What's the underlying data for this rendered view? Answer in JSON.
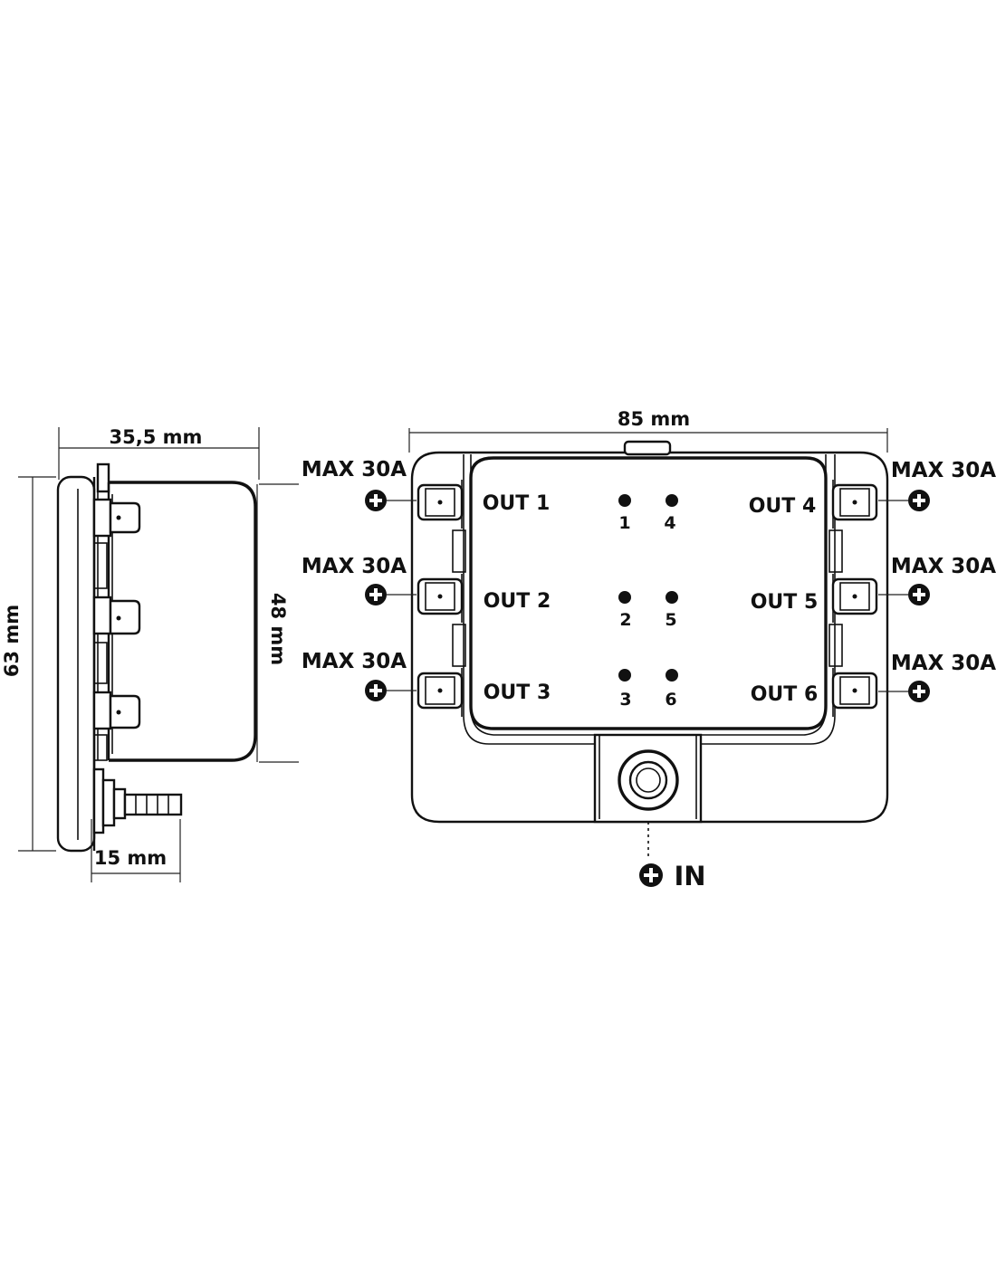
{
  "side_view": {
    "width_label": "35,5 mm",
    "height_label": "63 mm",
    "body_height_label": "48 mm",
    "stud_label": "15 mm"
  },
  "front_view": {
    "width_label": "85 mm",
    "outputs": [
      {
        "label": "OUT 1",
        "fuse": "1",
        "rating": "MAX 30A"
      },
      {
        "label": "OUT 2",
        "fuse": "2",
        "rating": "MAX 30A"
      },
      {
        "label": "OUT 3",
        "fuse": "3",
        "rating": "MAX 30A"
      },
      {
        "label": "OUT 4",
        "fuse": "4",
        "rating": "MAX 30A"
      },
      {
        "label": "OUT 5",
        "fuse": "5",
        "rating": "MAX 30A"
      },
      {
        "label": "OUT 6",
        "fuse": "6",
        "rating": "MAX 30A"
      }
    ],
    "input_label": "IN"
  }
}
